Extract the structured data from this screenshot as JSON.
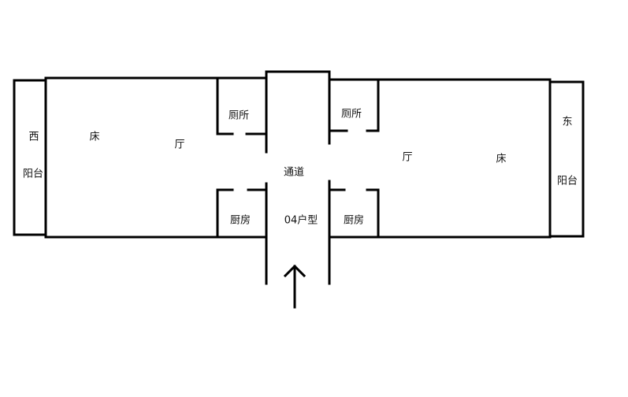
{
  "labels": {
    "west": "西",
    "west_balcony": "阳台",
    "left_bed": "床",
    "left_hall": "厅",
    "left_toilet": "厕所",
    "right_toilet": "厕所",
    "corridor": "通道",
    "unit_type": "04户型",
    "left_kitchen": "厨房",
    "right_kitchen": "厨房",
    "right_hall": "厅",
    "right_bed": "床",
    "east": "东",
    "east_balcony": "阳台"
  },
  "colors": {
    "wall": "#000000",
    "background": "#ffffff"
  }
}
